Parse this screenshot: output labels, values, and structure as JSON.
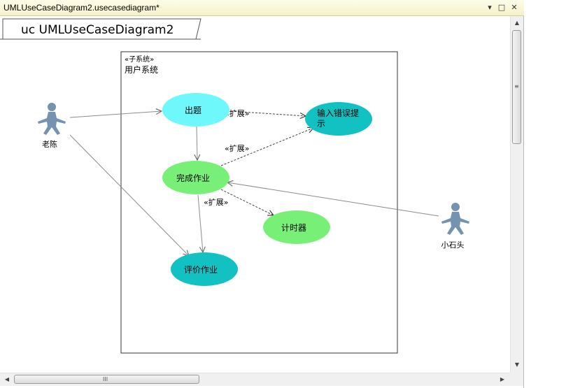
{
  "window": {
    "title": "UMLUseCaseDiagram2.usecasediagram*",
    "buttons": {
      "pin": "▾",
      "maximize": "□",
      "close": "✕"
    }
  },
  "diagram": {
    "frame_label": "uc UMLUseCaseDiagram2",
    "system": {
      "stereotype": "«子系统»",
      "name": "用户系统"
    },
    "actors": [
      {
        "id": "laochen",
        "name": "老陈"
      },
      {
        "id": "xiaoshitou",
        "name": "小石头"
      }
    ],
    "usecases": [
      {
        "id": "chuti",
        "label": "出题",
        "color": "#6ff8fb"
      },
      {
        "id": "shuru",
        "label_lines": [
          "输入错误提",
          "示"
        ],
        "color": "#12c1c1"
      },
      {
        "id": "wancheng",
        "label": "完成作业",
        "color": "#78f078"
      },
      {
        "id": "jishiqi",
        "label": "计时器",
        "color": "#78f078"
      },
      {
        "id": "pingjia",
        "label": "评价作业",
        "color": "#12c1c1"
      }
    ],
    "extend_labels": [
      "«扩展»",
      "«扩展»",
      "«扩展»"
    ],
    "colors": {
      "actor": "#7593b0",
      "association": "#8c8c8c",
      "dependency": "#444444"
    }
  },
  "scrollbars": {
    "up": "▲",
    "down": "▼",
    "left": "◀",
    "right": "▶",
    "grip_vertical": "≡",
    "grip_horizontal": "III"
  }
}
